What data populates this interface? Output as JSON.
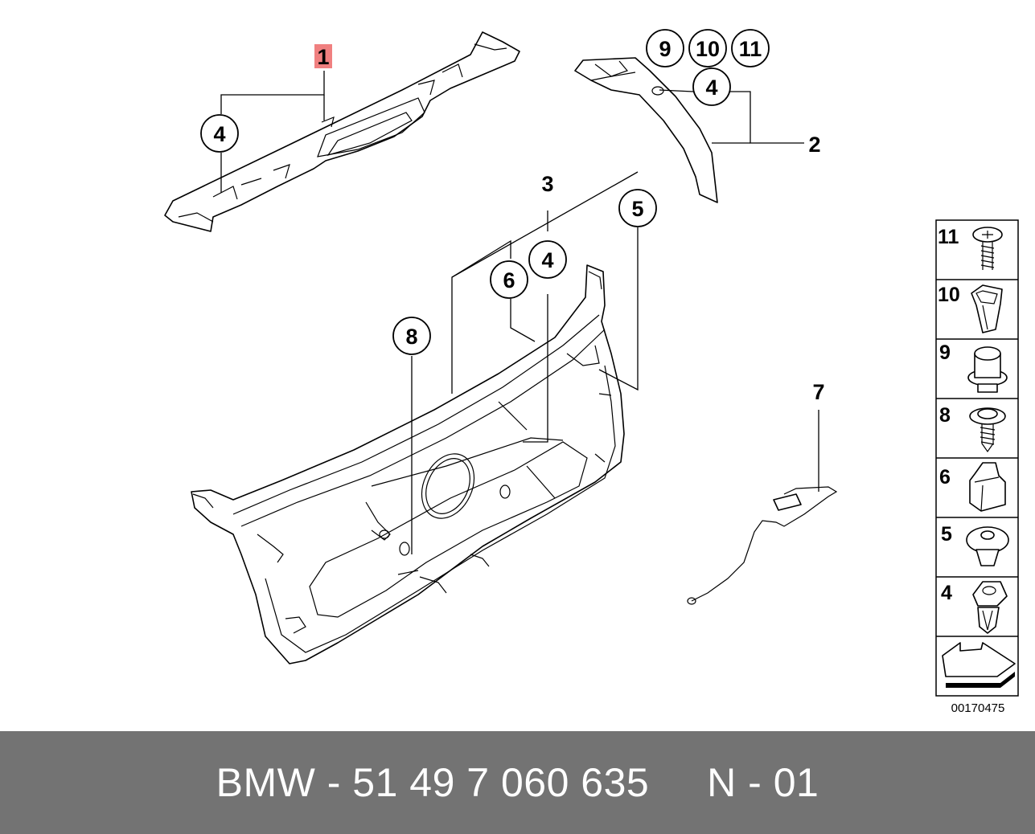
{
  "diagram": {
    "callouts": [
      {
        "id": "c1",
        "label": "1",
        "highlight": true
      },
      {
        "id": "c2",
        "label": "2"
      },
      {
        "id": "c3",
        "label": "3"
      },
      {
        "id": "c4a",
        "label": "4"
      },
      {
        "id": "c4b",
        "label": "4"
      },
      {
        "id": "c4c",
        "label": "4"
      },
      {
        "id": "c5",
        "label": "5"
      },
      {
        "id": "c6",
        "label": "6"
      },
      {
        "id": "c7",
        "label": "7"
      },
      {
        "id": "c8",
        "label": "8"
      },
      {
        "id": "c9",
        "label": "9"
      },
      {
        "id": "c10",
        "label": "10"
      },
      {
        "id": "c11",
        "label": "11"
      }
    ],
    "highlight_color": "#f08080",
    "legend": {
      "items": [
        {
          "label": "11",
          "icon": "screw-icon"
        },
        {
          "label": "10",
          "icon": "expanding-nut-icon"
        },
        {
          "label": "9",
          "icon": "grommet-icon"
        },
        {
          "label": "8",
          "icon": "tapping-screw-icon"
        },
        {
          "label": "6",
          "icon": "clip-icon"
        },
        {
          "label": "5",
          "icon": "push-rivet-icon"
        },
        {
          "label": "4",
          "icon": "trim-clip-icon"
        }
      ],
      "direction_icon": "front-arrow-icon"
    },
    "doc_number": "00170475"
  },
  "footer": {
    "text": "BMW - 51 49 7 060 635     N - 01",
    "background": "#737373",
    "color": "#ffffff"
  }
}
